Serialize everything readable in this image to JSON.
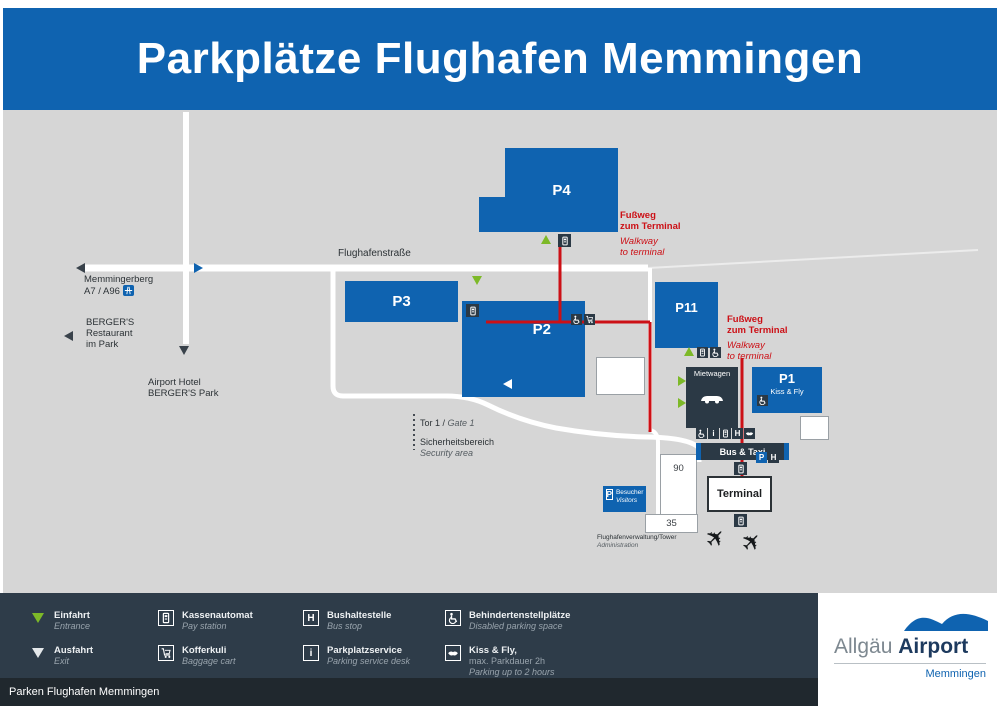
{
  "header": {
    "title": "Parkplätze Flughafen Memmingen"
  },
  "map": {
    "street": "Flughafenstraße",
    "direction": {
      "line1": "Memmingerberg",
      "line2": "A7 / A96"
    },
    "bergers": {
      "line1": "BERGER'S",
      "line2": "Restaurant",
      "line3": "im Park"
    },
    "hotel": {
      "line1": "Airport Hotel",
      "line2": "BERGER'S Park"
    },
    "gate": {
      "de": "Tor 1 /",
      "en": "Gate 1",
      "security_de": "Sicherheitsbereich",
      "security_en": "Security area"
    },
    "parking": {
      "p4": "P4",
      "p3": "P3",
      "p2": "P2",
      "p11": "P11",
      "p1": "P1",
      "p1_sub": "Kiss & Fly"
    },
    "walkway": {
      "de1": "Fußweg",
      "de2": "zum Terminal",
      "en1": "Walkway",
      "en2": "to terminal"
    },
    "mietwagen": "Mietwagen",
    "bus_taxi": "Bus & Taxi",
    "terminal": "Terminal",
    "building_90": "90",
    "building_35": "35",
    "visitors": {
      "de": "Besucher",
      "en": "Visitors"
    },
    "admin": {
      "de": "Flughafenverwaltung/Tower",
      "en": "Administration"
    },
    "parking_letter": "P",
    "plane_icon": "✈"
  },
  "legend": {
    "items": [
      {
        "icon": "entrance-arrow",
        "de": "Einfahrt",
        "en": "Entrance"
      },
      {
        "icon": "exit-arrow",
        "de": "Ausfahrt",
        "en": "Exit"
      },
      {
        "icon": "pay-station",
        "de": "Kassenautomat",
        "en": "Pay station"
      },
      {
        "icon": "baggage-cart",
        "de": "Kofferkuli",
        "en": "Baggage cart"
      },
      {
        "icon": "bus-stop",
        "de": "Bushaltestelle",
        "en": "Bus stop"
      },
      {
        "icon": "service-desk",
        "de": "Parkplatzservice",
        "en": "Parking service desk"
      },
      {
        "icon": "disabled-parking",
        "de": "Behindertenstellplätze",
        "en": "Disabled parking space"
      },
      {
        "icon": "kiss-and-fly",
        "de": "Kiss & Fly,",
        "de2": "max. Parkdauer 2h",
        "en": "Parking up to 2 hours"
      }
    ],
    "bus_letter": "H",
    "info_letter": "i"
  },
  "logo": {
    "brand_light": "Allgäu",
    "brand_bold": "Airport",
    "city": "Memmingen"
  },
  "statusbar": {
    "label": "Parken Flughafen Memmingen"
  },
  "colors": {
    "blue": "#0f63b0",
    "red": "#cc1016",
    "green": "#7db928",
    "footer_bg": "#2e3c49",
    "statusbar_bg": "#20282e",
    "dark_box": "#2b3945",
    "map_bg": "#d6d6d6"
  }
}
